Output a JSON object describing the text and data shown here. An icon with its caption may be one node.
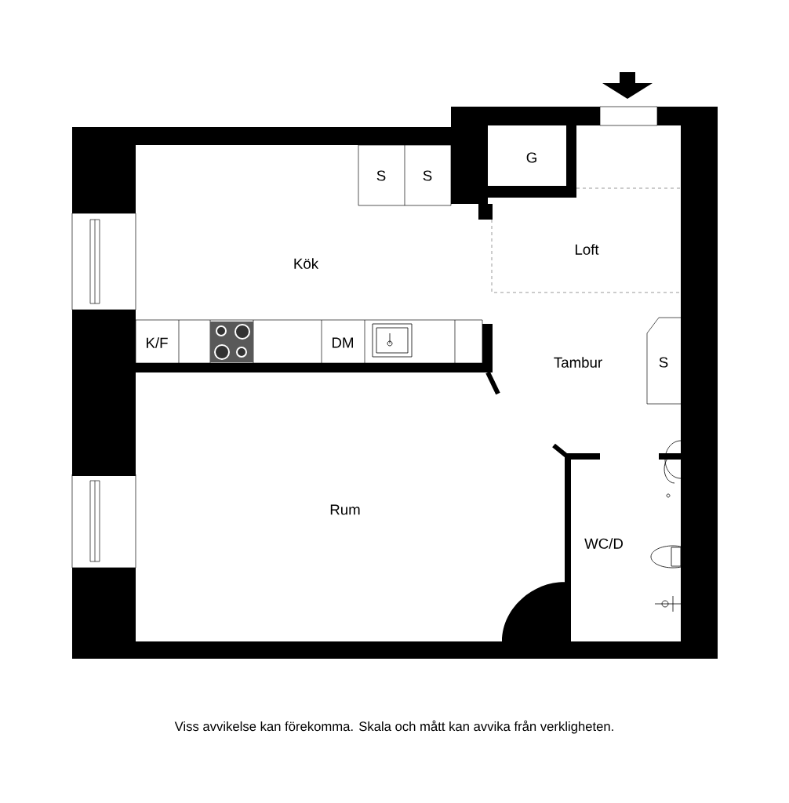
{
  "diagram": {
    "caption": "Viss avvikelse kan förekomma. Skala och mått kan avvika från verkligheten.",
    "labels": [
      "S",
      "S",
      "G",
      "Kök",
      "Loft",
      "K/F",
      "DM",
      "Tambur",
      "S",
      "Rum",
      "WC/D"
    ]
  }
}
